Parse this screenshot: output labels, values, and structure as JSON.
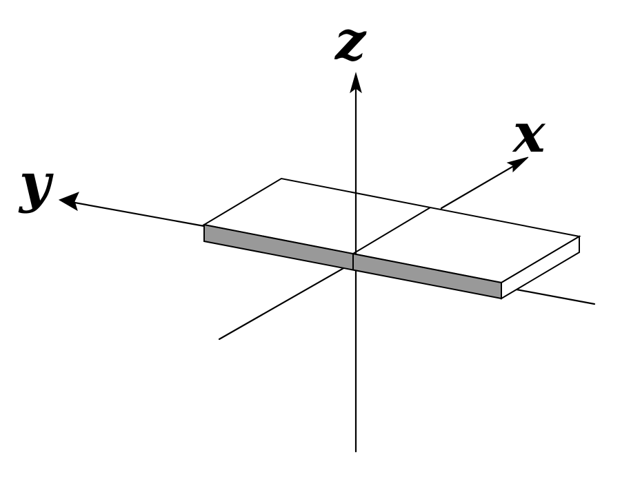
{
  "axes": {
    "x_label": "x",
    "y_label": "y",
    "z_label": "z"
  },
  "plate": {
    "front_face_color": "#999999",
    "top_face_color": "#ffffff"
  }
}
